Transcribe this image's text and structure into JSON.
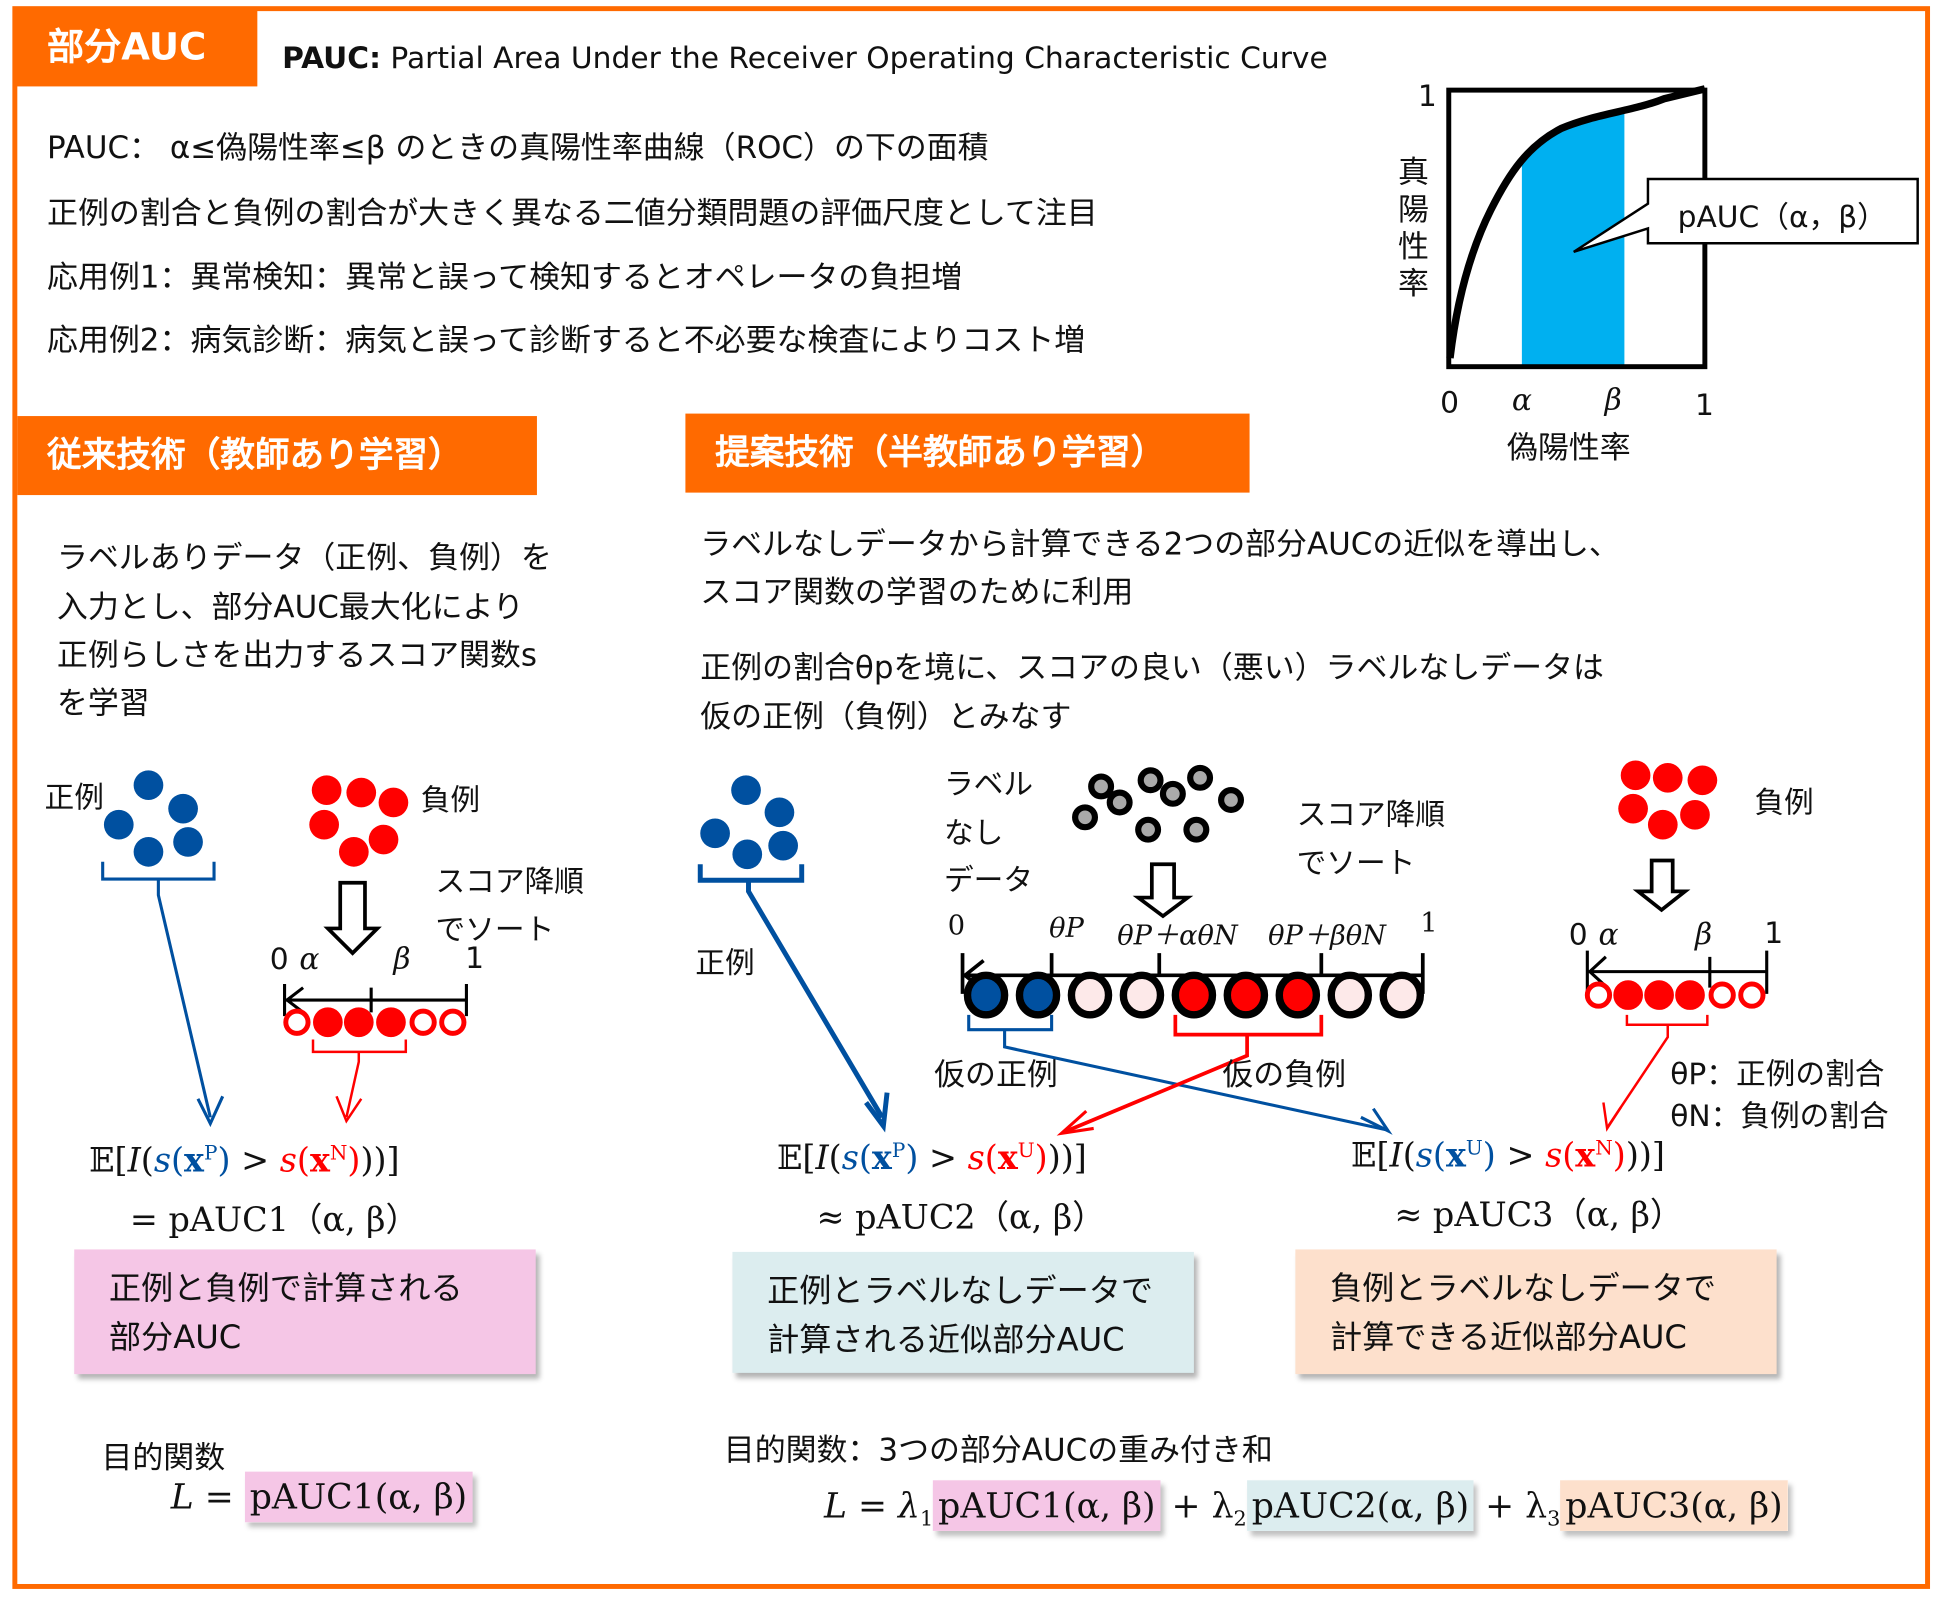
{
  "header": {
    "badge": "部分AUC",
    "subtitle_bold": "PAUC:",
    "subtitle": "Partial Area Under the Receiver Operating Characteristic Curve"
  },
  "intro": [
    "PAUC： α≤偽陽性率≤β のときの真陽性率曲線（ROC）の下の面積",
    "正例の割合と負例の割合が大きく異なる二値分類問題の評価尺度として注目",
    "応用例1：異常検知：異常と誤って検知するとオペレータの負担増",
    "応用例2：病気診断：病気と誤って診断すると不必要な検査によりコスト増"
  ],
  "roc": {
    "ylabel": "真陽性率",
    "xlabel": "偽陽性率",
    "y_top": "1",
    "x_ticks": [
      "0",
      "α",
      "β",
      "1"
    ],
    "callout": "pAUC（α，β）",
    "fill_color": "#00b0f0",
    "alpha": 0.28,
    "beta": 0.68
  },
  "left": {
    "title": "従来技術（教師あり学習）",
    "desc": [
      "ラベルありデータ（正例、負例）を",
      "入力とし、部分AUC最大化により",
      "正例らしさを出力するスコア関数s",
      "を学習"
    ],
    "pos_label": "正例",
    "neg_label": "負例",
    "sort_label": [
      "スコア降順",
      "でソート"
    ],
    "axis": [
      "0",
      "α",
      "β",
      "1"
    ],
    "formula": {
      "E": "𝔼[",
      "I": "I",
      "s1": "s",
      "x1": "x",
      "sup1": "P",
      "gt": ">",
      "s2": "s",
      "x2": "x",
      "sup2": "N",
      "close": "))]",
      "eq": "= pAUC1（α, β）"
    },
    "box": [
      "正例と負例で計算される",
      "部分AUC"
    ],
    "objective_label": "目的関数",
    "objective": {
      "L": "L =",
      "term": "pAUC1(α, β)"
    }
  },
  "right": {
    "title": "提案技術（半教師あり学習）",
    "desc1": [
      "ラベルなしデータから計算できる2つの部分AUCの近似を導出し、",
      "スコア関数の学習のために利用"
    ],
    "desc2": [
      "正例の割合θpを境に、スコアの良い（悪い）ラベルなしデータは",
      "仮の正例（負例）とみなす"
    ],
    "pos_label": "正例",
    "unl_label": [
      "ラベル",
      "なし",
      "データ"
    ],
    "sort_label": [
      "スコア降順",
      "でソート"
    ],
    "neg_label": "負例",
    "axis_mid": [
      "0",
      "θP",
      "θP＋αθN",
      "θP＋βθN",
      "1"
    ],
    "axis_right": [
      "0",
      "α",
      "β",
      "1"
    ],
    "sorted_circles": [
      "blue",
      "blue",
      "empty",
      "empty",
      "red",
      "red",
      "red",
      "empty",
      "empty"
    ],
    "pseudo_pos": "仮の正例",
    "pseudo_neg": "仮の負例",
    "legend": [
      "θP：正例の割合",
      "θN：負例の割合"
    ],
    "formula2": {
      "E": "𝔼[",
      "I": "I",
      "s1": "s",
      "x1": "x",
      "sup1": "P",
      "gt": ">",
      "s2": "s",
      "x2": "x",
      "sup2": "U",
      "close": "))]",
      "approx": "≈ pAUC2（α, β）"
    },
    "formula3": {
      "E": "𝔼[",
      "I": "I",
      "s1": "s",
      "x1": "x",
      "sup1": "U",
      "gt": ">",
      "s2": "s",
      "x2": "x",
      "sup2": "N",
      "close": "))]",
      "approx": "≈ pAUC3（α, β）"
    },
    "box2": [
      "正例とラベルなしデータで",
      "計算される近似部分AUC"
    ],
    "box3": [
      "負例とラベルなしデータで",
      "計算できる近似部分AUC"
    ],
    "objective_label": "目的関数：3つの部分AUCの重み付き和",
    "objective": {
      "L": "L = λ",
      "l1": "1",
      "t1": "pAUC1(α, β)",
      "plus1": "+ λ",
      "l2": "2",
      "t2": "pAUC2(α, β)",
      "plus2": "+ λ",
      "l3": "3",
      "t3": "pAUC3(α, β)"
    }
  },
  "colors": {
    "accent": "#ff6a00",
    "blue": "#0050a0",
    "red": "#ff0000",
    "pink": "#f5c6e6",
    "teal": "#dcedef",
    "peach": "#fde0cc"
  }
}
